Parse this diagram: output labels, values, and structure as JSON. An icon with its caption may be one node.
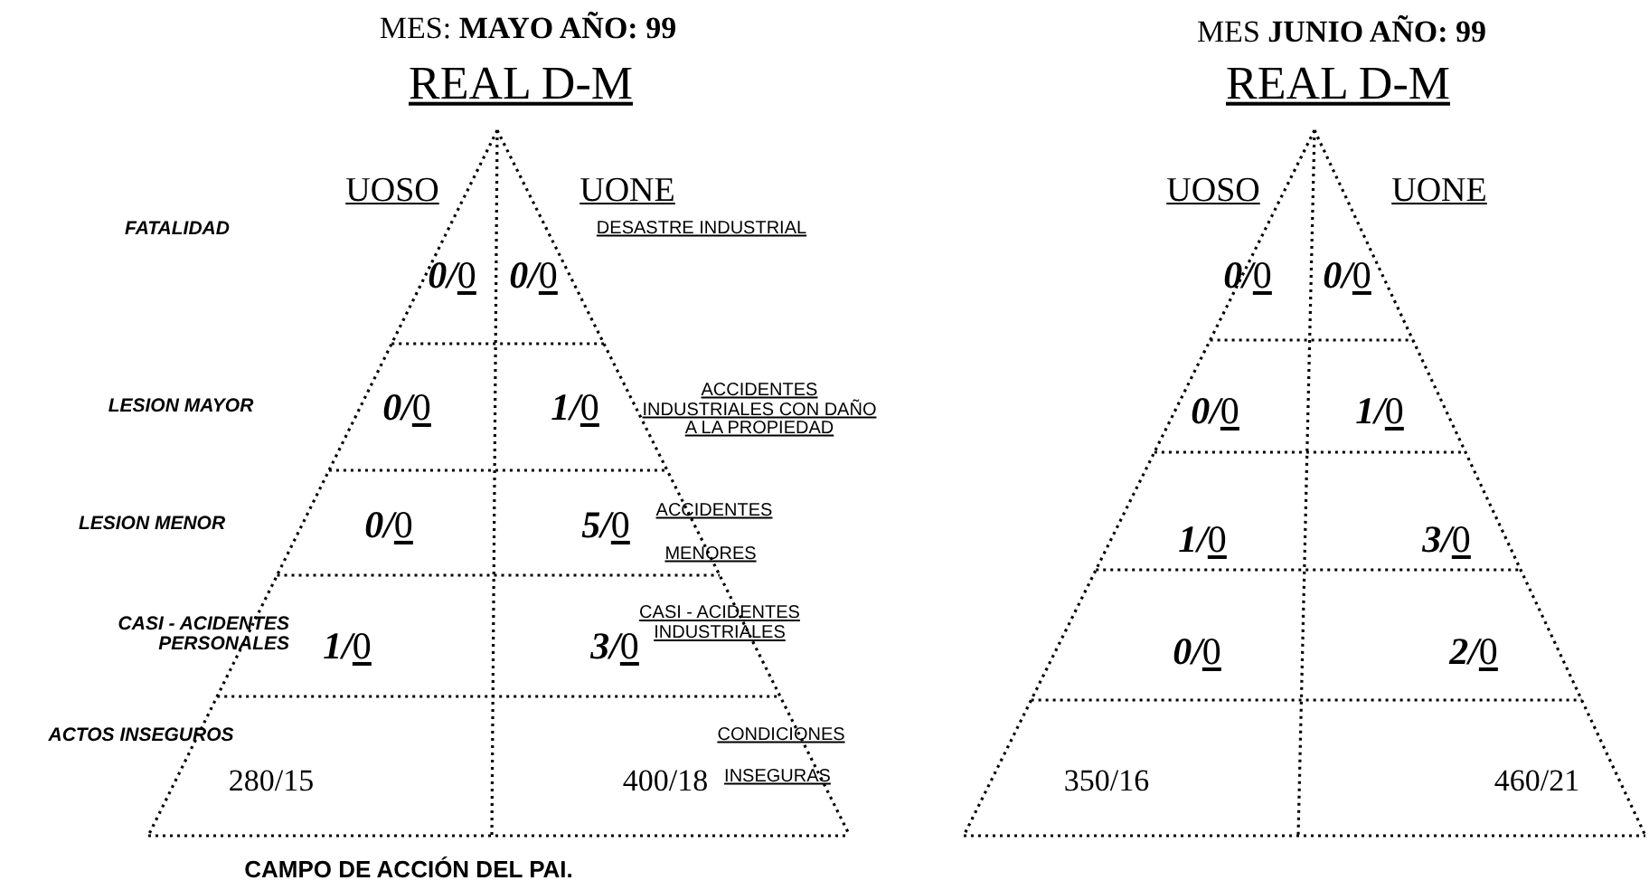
{
  "diagram": {
    "labels": [
      "MES: **MAYO  AÑO: 99**",
      "MES  **JUNIO  AÑO: 99**",
      "REAL D-M",
      "REAL D-M",
      "UOSO",
      "UONE",
      "UOSO",
      "UONE",
      "FATALIDAD",
      "DESASTRE INDUSTRIAL",
      "0/0",
      "0/0",
      "0/0",
      "0/0",
      "LESION MAYOR",
      "0/0",
      "1/0",
      "ACCIDENTES INDUSTRIALES CON DAÑO A LA PROPIEDAD",
      "0/0",
      "1/0",
      "LESION MENOR",
      "0/0",
      "5/0",
      "ACCIDENTES",
      "MENORES",
      "1/0",
      "3/0",
      "CASI - ACIDENTES PERSONALES",
      "1/0",
      "3/0",
      "CASI - ACIDENTES INDUSTRIALES",
      "0/0",
      "2/0",
      "ACTOS INSEGUROS",
      "CONDICIONES",
      "INSEGURAS",
      "280/15",
      "400/18",
      "350/16",
      "460/21",
      "CAMPO DE ACCIÓN DEL PAI."
    ]
  }
}
